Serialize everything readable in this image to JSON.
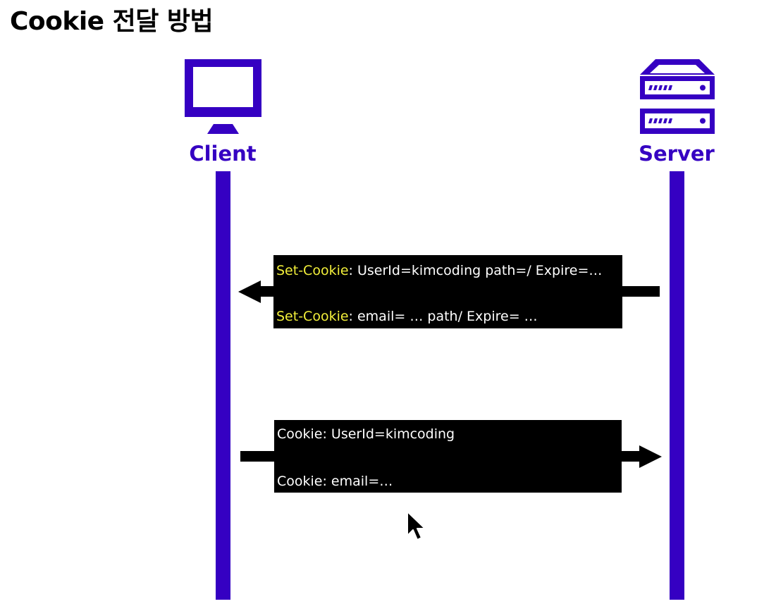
{
  "title": "Cookie 전달 방법",
  "colors": {
    "accent": "#3500c2",
    "message_bg": "#000000",
    "message_text": "#ffffff",
    "highlight": "#f2ef3a"
  },
  "actors": {
    "client": {
      "label": "Client",
      "icon": "monitor-icon"
    },
    "server": {
      "label": "Server",
      "icon": "server-icon"
    }
  },
  "messages": {
    "response": {
      "direction": "server-to-client",
      "lines": [
        {
          "header": "Set-Cookie",
          "value": ": UserId=kimcoding path=/ Expire=…"
        },
        {
          "header": "Set-Cookie",
          "value": ": email= … path/ Expire= …"
        }
      ]
    },
    "request": {
      "direction": "client-to-server",
      "lines": [
        {
          "text": "Cookie: UserId=kimcoding"
        },
        {
          "text": "Cookie: email=…"
        }
      ]
    }
  }
}
